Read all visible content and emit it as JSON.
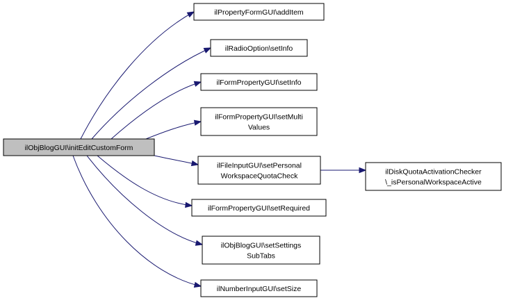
{
  "graph": {
    "root": {
      "id": "root",
      "lines": [
        "ilObjBlogGUI\\initEditCustomForm"
      ]
    },
    "callees": [
      {
        "id": "n1",
        "lines": [
          "ilPropertyFormGUI\\addItem"
        ]
      },
      {
        "id": "n2",
        "lines": [
          "ilRadioOption\\setInfo"
        ]
      },
      {
        "id": "n3",
        "lines": [
          "ilFormPropertyGUI\\setInfo"
        ]
      },
      {
        "id": "n4",
        "lines": [
          "ilFormPropertyGUI\\setMulti",
          "Values"
        ]
      },
      {
        "id": "n5",
        "lines": [
          "ilFileInputGUI\\setPersonal",
          "WorkspaceQuotaCheck"
        ]
      },
      {
        "id": "n6",
        "lines": [
          "ilFormPropertyGUI\\setRequired"
        ]
      },
      {
        "id": "n7",
        "lines": [
          "ilObjBlogGUI\\setSettings",
          "SubTabs"
        ]
      },
      {
        "id": "n8",
        "lines": [
          "ilNumberInputGUI\\setSize"
        ]
      }
    ],
    "second_level": [
      {
        "id": "n9",
        "parent": "n5",
        "lines": [
          "ilDiskQuotaActivationChecker",
          "\\_isPersonalWorkspaceActive"
        ]
      }
    ],
    "colors": {
      "edge": "#191970",
      "root_fill": "#bfbfbf",
      "node_border": "#000000"
    }
  }
}
